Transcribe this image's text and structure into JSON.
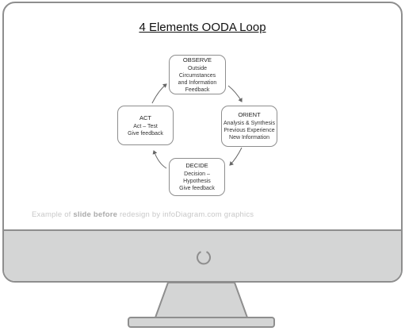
{
  "slide": {
    "title": "4 Elements OODA Loop",
    "caption_prefix": "Example of ",
    "caption_bold": "slide before",
    "caption_suffix": " redesign by infoDiagram.com graphics"
  },
  "nodes": {
    "observe": {
      "title": "OBSERVE",
      "lines": [
        "Outside Circumstances",
        "and Information",
        "Feedback"
      ]
    },
    "orient": {
      "title": "ORIENT",
      "lines": [
        "Analysis & Synthesis",
        "Previous Experience",
        "New Information"
      ]
    },
    "decide": {
      "title": "DECIDE",
      "lines": [
        "Decision – Hypothesis",
        "Give feedback"
      ]
    },
    "act": {
      "title": "ACT",
      "lines": [
        "Act – Test",
        "Give feedback"
      ]
    }
  },
  "colors": {
    "bezel": "#8e8e8e",
    "chin": "#d4d5d5",
    "stand": "#d4d5d5",
    "caption": "#c8c8c8"
  },
  "icons": {
    "power": "power-button-icon"
  }
}
